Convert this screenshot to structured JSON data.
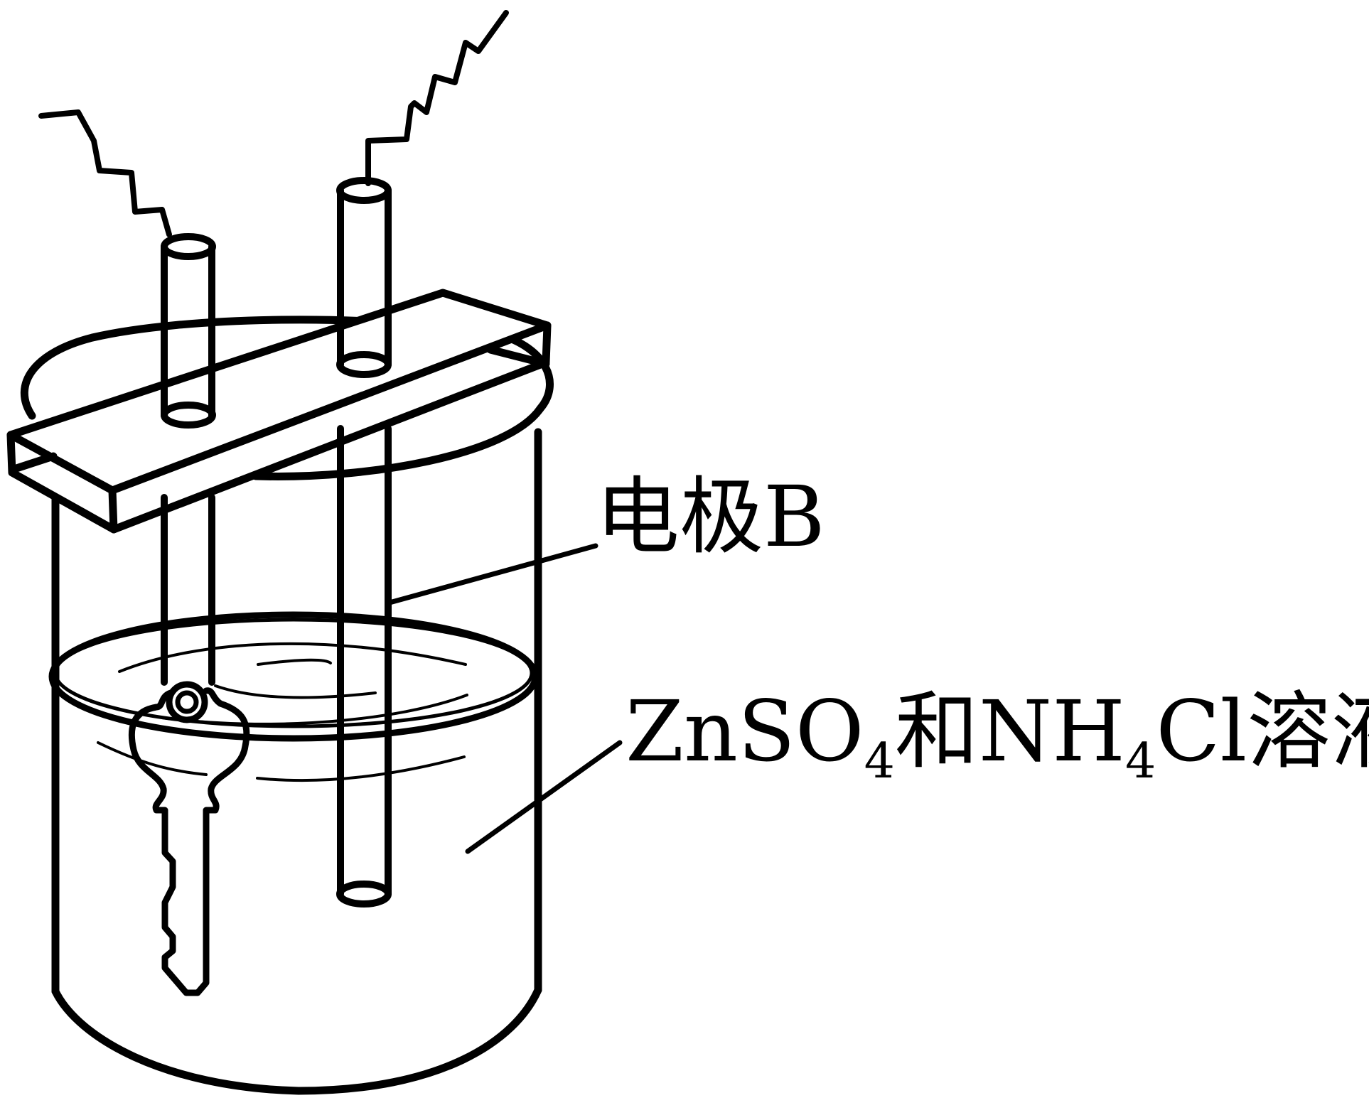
{
  "labels": {
    "electrode": "电极B",
    "solution": {
      "part1": "ZnSO",
      "sub1": "4",
      "part2": "和NH",
      "sub2": "4",
      "part3": "Cl溶液"
    }
  },
  "colors": {
    "stroke": "#000000",
    "background": "#ffffff"
  }
}
